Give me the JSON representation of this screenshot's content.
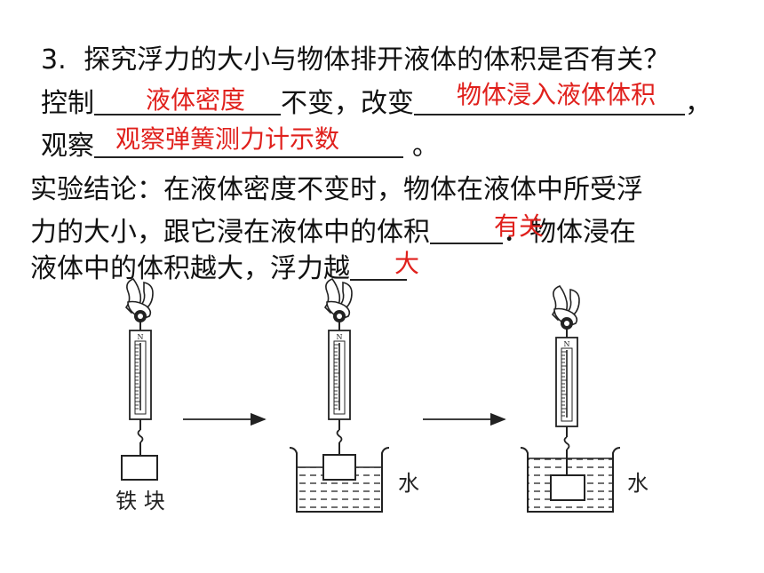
{
  "question": {
    "number": "3.",
    "title": "探究浮力的大小与物体排开液体的体积是否有关？",
    "control_prefix": "控制",
    "control_answer": "液体密度",
    "control_suffix": "不变，改变",
    "change_answer": "物体浸入液体体积",
    "comma": "，",
    "observe_prefix": "观察",
    "observe_answer": "观察弹簧测力计示数",
    "period": "。"
  },
  "conclusion": {
    "line1": "实验结论：在液体密度不变时，物体在液体中所受浮",
    "line2_prefix": "力的大小，跟它浸在液体中的体积",
    "answer1": "有关",
    "line2_suffix": "．物体浸在",
    "line3_prefix": "液体中的体积越大，浮力越",
    "answer2": "大"
  },
  "diagram": {
    "label_iron": "铁 块",
    "label_water_1": "水",
    "label_water_2": "水",
    "scale_letter": "N"
  }
}
